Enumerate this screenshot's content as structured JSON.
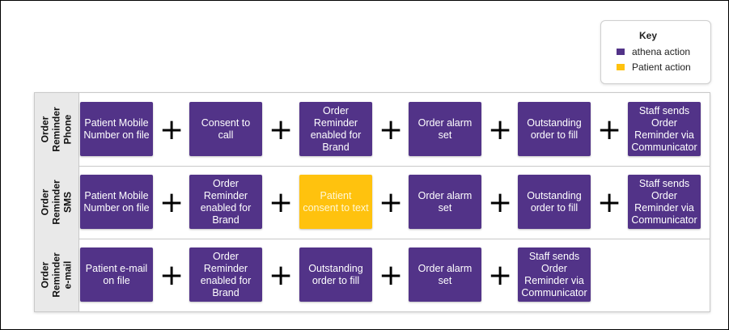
{
  "colors": {
    "athena": "#523388",
    "patient": "#ffc20e",
    "patient_text": "#fff8d6"
  },
  "key": {
    "title": "Key",
    "athena_label": "athena action",
    "patient_label": "Patient action"
  },
  "rows": [
    {
      "label": "Order Reminder Phone",
      "steps": [
        {
          "text": "Patient Mobile Number on file",
          "actor": "athena"
        },
        {
          "text": "Consent to call",
          "actor": "athena"
        },
        {
          "text": "Order Reminder enabled for Brand",
          "actor": "athena"
        },
        {
          "text": "Order alarm set",
          "actor": "athena"
        },
        {
          "text": "Outstanding order to fill",
          "actor": "athena"
        },
        {
          "text": "Staff sends Order Reminder via Communicator",
          "actor": "athena"
        }
      ]
    },
    {
      "label": "Order Reminder SMS",
      "steps": [
        {
          "text": "Patient Mobile Number on file",
          "actor": "athena"
        },
        {
          "text": "Order Reminder enabled for Brand",
          "actor": "athena"
        },
        {
          "text": "Patient consent to text",
          "actor": "patient"
        },
        {
          "text": "Order alarm set",
          "actor": "athena"
        },
        {
          "text": "Outstanding order to fill",
          "actor": "athena"
        },
        {
          "text": "Staff sends Order Reminder via Communicator",
          "actor": "athena"
        }
      ]
    },
    {
      "label": "Order Reminder e-mail",
      "steps": [
        {
          "text": "Patient e-mail on file",
          "actor": "athena"
        },
        {
          "text": "Order Reminder enabled for Brand",
          "actor": "athena"
        },
        {
          "text": "Outstanding order to fill",
          "actor": "athena"
        },
        {
          "text": "Order alarm set",
          "actor": "athena"
        },
        {
          "text": "Staff sends Order Reminder via Communicator",
          "actor": "athena"
        }
      ]
    }
  ],
  "connector": "+"
}
